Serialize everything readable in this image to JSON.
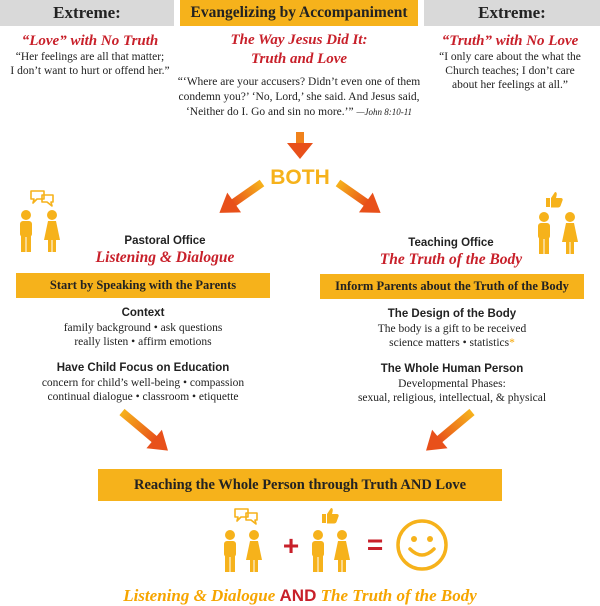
{
  "left_extreme": {
    "header": "Extreme:",
    "title": "“Love” with No Truth",
    "quote_line1": "“Her feelings are all that matter;",
    "quote_line2": "I don’t want to hurt or offend her.”"
  },
  "center": {
    "header": "Evangelizing by Accompaniment",
    "title_line1": "The Way Jesus Did It:",
    "title_line2": "Truth and Love",
    "quote_line1": "“‘Where are your accusers? Didn’t even one of them",
    "quote_line2": "condemn you?’ ‘No, Lord,’ she said. And Jesus said,",
    "quote_line3": "‘Neither do I. Go and sin no more.’”",
    "citation": "—John 8:10-11"
  },
  "right_extreme": {
    "header": "Extreme:",
    "title": "“Truth” with No Love",
    "quote_line1": "“I only care about the what the",
    "quote_line2": "Church teaches; I don’t care",
    "quote_line3": "about her feelings at all.”"
  },
  "both_label": "BOTH",
  "pastoral": {
    "office": "Pastoral Office",
    "title": "Listening & Dialogue",
    "bar": "Start by Speaking with the Parents",
    "context_heading": "Context",
    "context_line1": "family background • ask questions",
    "context_line2": "really listen • affirm emotions",
    "focus_heading": "Have Child Focus on Education",
    "focus_line1": "concern for child’s well-being • compassion",
    "focus_line2": "continual dialogue • classroom • etiquette"
  },
  "teaching": {
    "office": "Teaching Office",
    "title": "The Truth of the Body",
    "bar": "Inform Parents about the Truth of the Body",
    "design_heading": "The Design of the Body",
    "design_line1": "The body is a gift to be received",
    "design_line2": "science matters • statistics",
    "design_mark": "*",
    "whole_heading": "The Whole Human Person",
    "whole_line1": "Developmental Phases:",
    "whole_line2": "sexual, religious, intellectual, & physical"
  },
  "bottom": {
    "bar": "Reaching the Whole Person through Truth AND Love",
    "plus": "+",
    "equals": "=",
    "caption_left": "Listening & Dialogue",
    "caption_and": "AND",
    "caption_right": "The Truth of the Body"
  },
  "colors": {
    "accent_yellow": "#f6b21b",
    "header_gray": "#d9d9d9",
    "title_red": "#c8202a",
    "arrow_orange": "#f08a1c"
  },
  "icons": [
    "speech-bubble-icon",
    "thumbs-up-icon",
    "man-icon",
    "woman-icon",
    "arrow-icon",
    "smiley-icon"
  ]
}
